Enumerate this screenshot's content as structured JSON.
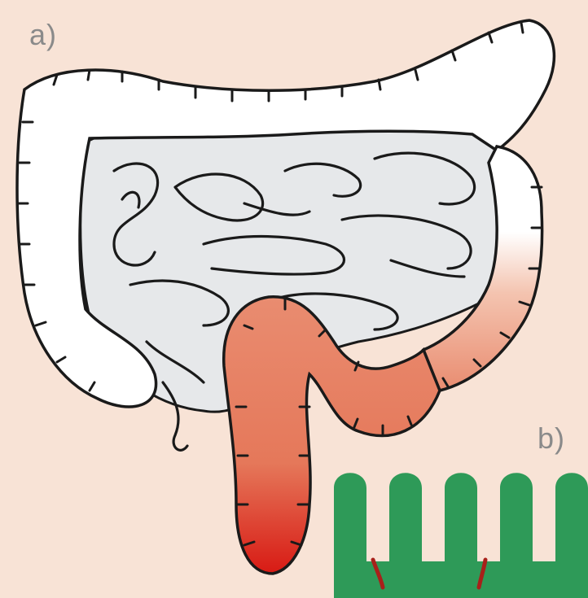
{
  "labels": {
    "panel_a": "a)",
    "panel_b": "b)"
  },
  "colors": {
    "background": "#f8e3d6",
    "colon_healthy": "#ffffff",
    "small_intestine": "#e6e8ea",
    "inflamed_light": "#f0b39b",
    "inflamed_mid": "#e5785a",
    "inflamed_dark": "#d81a14",
    "villi": "#2e9a58",
    "lesion": "#a8201a",
    "outline": "#1a1a1a"
  },
  "icons": {
    "panel_a": "intestine-diagram",
    "panel_b": "villi-cross-section"
  }
}
